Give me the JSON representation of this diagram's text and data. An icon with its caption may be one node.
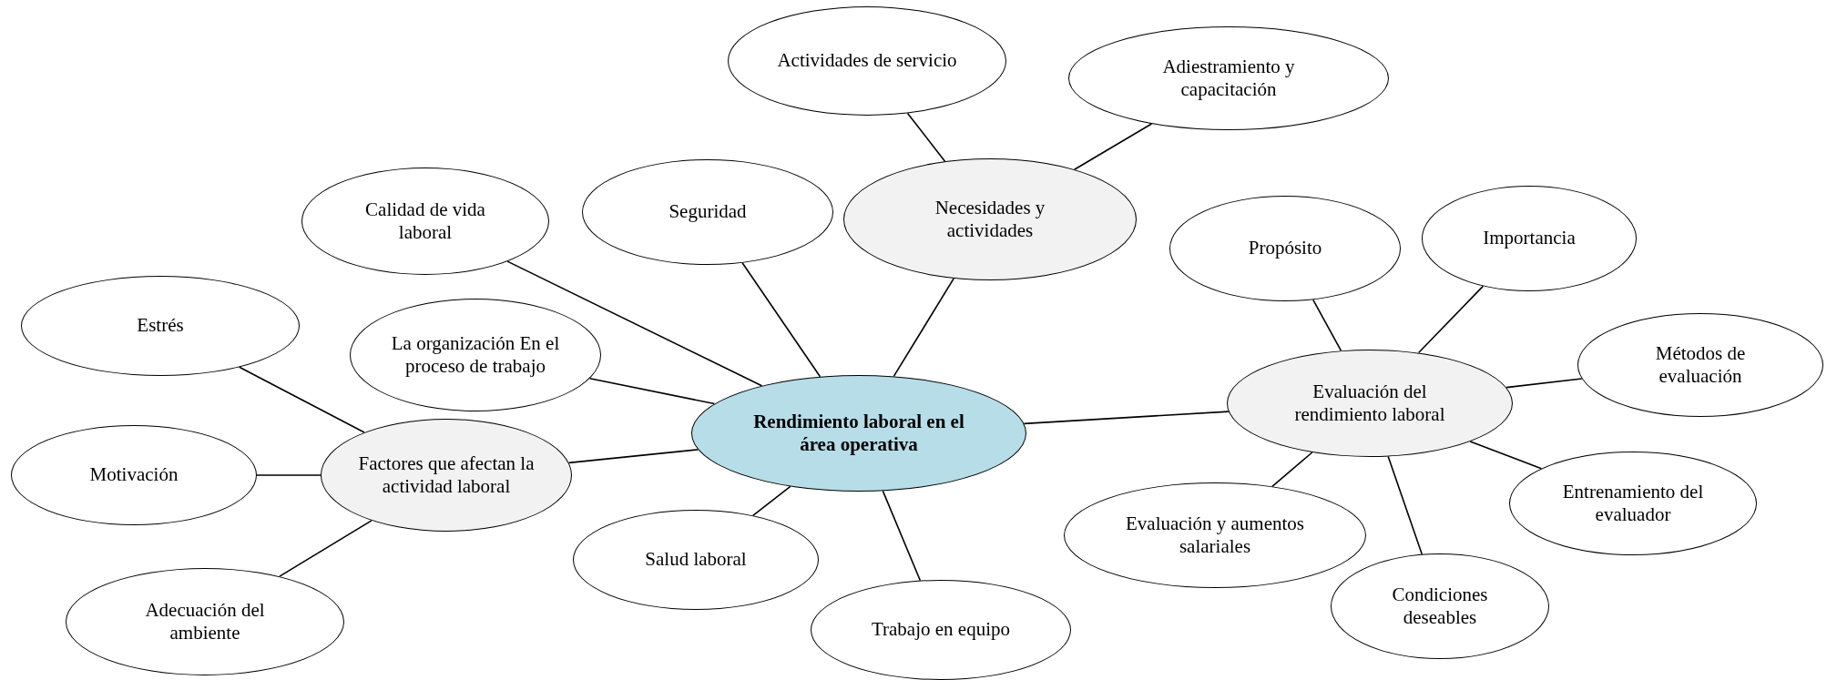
{
  "diagram": {
    "nodes": [
      {
        "text": [
          "Rendimiento laboral en el área operativa"
        ]
      },
      {
        "text": [
          "Necesidades y actividades"
        ]
      },
      {
        "text": [
          "Actividades de servicio"
        ]
      },
      {
        "text": [
          "Adiestramiento y capacitación"
        ]
      },
      {
        "text": [
          "Calidad de vida laboral"
        ]
      },
      {
        "text": [
          "Seguridad"
        ]
      },
      {
        "text": [
          "Estrés"
        ]
      },
      {
        "text": [
          "La organización En el proceso de trabajo"
        ]
      },
      {
        "text": [
          "Factores que afectan la actividad laboral"
        ]
      },
      {
        "text": [
          "Motivación"
        ]
      },
      {
        "text": [
          "Adecuación del ambiente"
        ]
      },
      {
        "text": [
          "Salud laboral"
        ]
      },
      {
        "text": [
          "Trabajo en equipo"
        ]
      },
      {
        "text": [
          "Propósito"
        ]
      },
      {
        "text": [
          "Importancia"
        ]
      },
      {
        "text": [
          "Evaluación del rendimiento laboral"
        ]
      },
      {
        "text": [
          "Métodos de evaluación"
        ]
      },
      {
        "text": [
          "Entrenamiento del evaluador"
        ]
      },
      {
        "text": [
          "Evaluación y aumentos salariales"
        ]
      },
      {
        "text": [
          "Condiciones deseables"
        ]
      }
    ],
    "edges": [
      {
        "from": 0,
        "to": 1,
        "arrow": "none"
      },
      {
        "from": 1,
        "to": 2,
        "arrow": "none"
      },
      {
        "from": 1,
        "to": 3,
        "arrow": "none"
      },
      {
        "from": 0,
        "to": 4,
        "arrow": "none"
      },
      {
        "from": 0,
        "to": 5,
        "arrow": "none"
      },
      {
        "from": 0,
        "to": 7,
        "arrow": "none"
      },
      {
        "from": 0,
        "to": 8,
        "arrow": "none"
      },
      {
        "from": 8,
        "to": 6,
        "arrow": "none"
      },
      {
        "from": 8,
        "to": 9,
        "arrow": "none"
      },
      {
        "from": 8,
        "to": 10,
        "arrow": "none"
      },
      {
        "from": 0,
        "to": 11,
        "arrow": "none"
      },
      {
        "from": 0,
        "to": 12,
        "arrow": "none"
      },
      {
        "from": 0,
        "to": 15,
        "arrow": "none"
      },
      {
        "from": 15,
        "to": 13,
        "arrow": "none"
      },
      {
        "from": 15,
        "to": 14,
        "arrow": "none"
      },
      {
        "from": 15,
        "to": 16,
        "arrow": "none"
      },
      {
        "from": 15,
        "to": 17,
        "arrow": "none"
      },
      {
        "from": 15,
        "to": 18,
        "arrow": "none"
      },
      {
        "from": 15,
        "to": 19,
        "arrow": "none"
      }
    ]
  }
}
